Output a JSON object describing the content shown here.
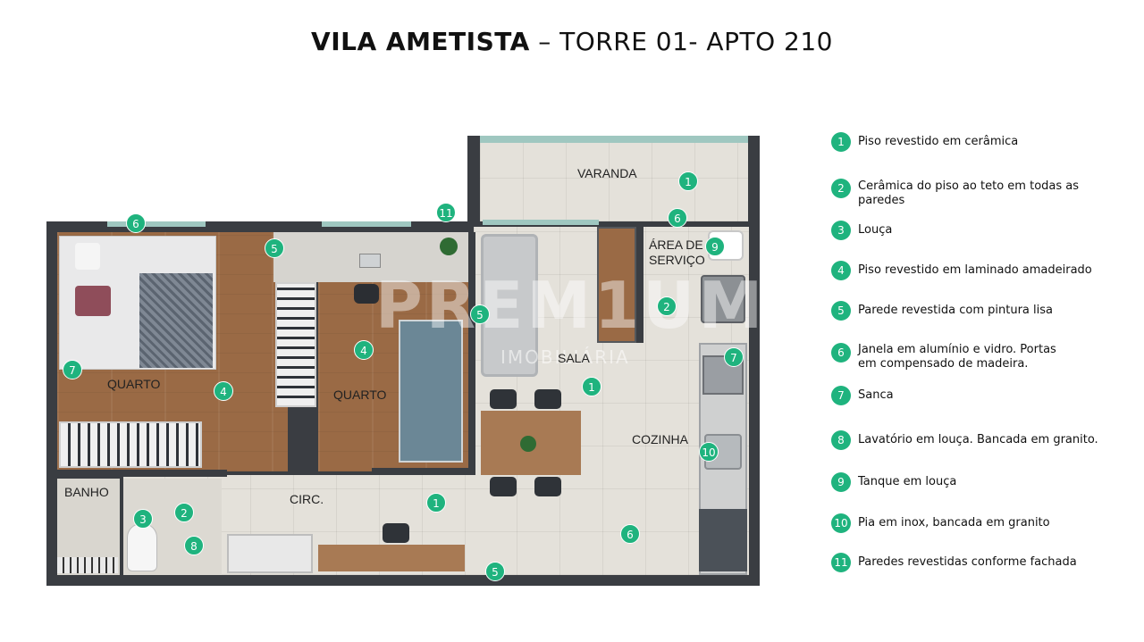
{
  "title": {
    "bold": "VILA AMETISTA",
    "rest": " – TORRE 01- APTO 210"
  },
  "rooms": {
    "varanda": "VARANDA",
    "area_servico_1": "ÁREA DE",
    "area_servico_2": "SERVIÇO",
    "sala": "SALA",
    "cozinha": "COZINHA",
    "quarto_1": "QUARTO",
    "quarto_2": "QUARTO",
    "banho": "BANHO",
    "circ": "CIRC."
  },
  "watermark": {
    "main": "PREM1UM",
    "sub": "IMOBILIÁRIA"
  },
  "markers": {
    "varanda": "1",
    "janela_varanda": "6",
    "fachada": "11",
    "area_servico": "9",
    "servico_ceramica": "2",
    "sala_parede": "5",
    "sala_piso": "1",
    "cozinha_sanca": "7",
    "pia": "10",
    "janela_quarto": "6",
    "quarto_parede": "5",
    "quarto_piso_1": "4",
    "quarto_piso_2": "4",
    "quarto_sanca": "7",
    "banho_louca": "3",
    "banho_ceramica": "2",
    "lavatorio": "8",
    "circ_piso": "1",
    "porta": "6",
    "parede_circ": "5"
  },
  "legend": [
    {
      "num": "1",
      "text": "Piso revestido em cerâmica"
    },
    {
      "num": "2",
      "text": "Cerâmica do piso ao teto em todas as paredes"
    },
    {
      "num": "3",
      "text": "Louça"
    },
    {
      "num": "4",
      "text": "Piso revestido em laminado amadeirado"
    },
    {
      "num": "5",
      "text": "Parede revestida com pintura lisa"
    },
    {
      "num": "6",
      "text": "Janela em alumínio e vidro. Portas em compensado de madeira."
    },
    {
      "num": "7",
      "text": "Sanca"
    },
    {
      "num": "8",
      "text": "Lavatório em louça. Bancada em granito."
    },
    {
      "num": "9",
      "text": "Tanque em louça"
    },
    {
      "num": "10",
      "text": "Pia em inox, bancada em granito"
    },
    {
      "num": "11",
      "text": "Paredes revestidas conforme fachada"
    }
  ],
  "colors": {
    "marker": "#1fb37e",
    "wall": "#3a3d42",
    "wood": "#9a6a45",
    "tile": "#e3e0d8"
  }
}
